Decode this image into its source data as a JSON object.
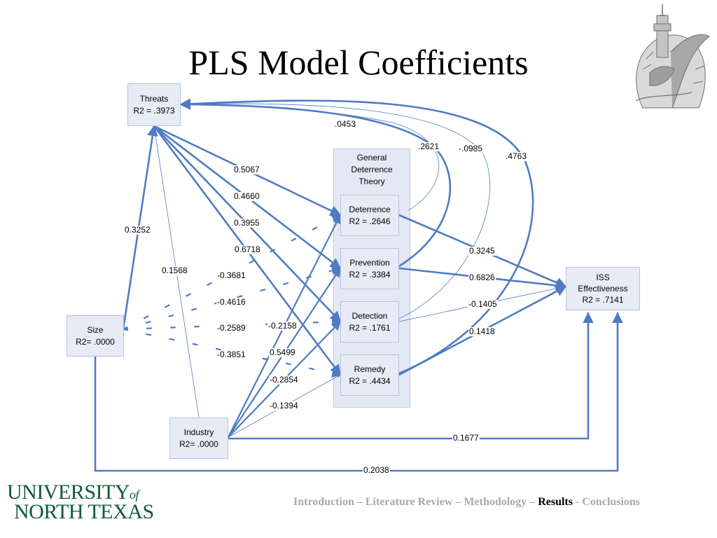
{
  "title": "PLS Model Coefficients",
  "colors": {
    "line": "#4f7bc3",
    "node_fill": "#e6ebf5",
    "logo_green": "#0f5a36",
    "nav_gray": "#a9a9a9"
  },
  "nodes": {
    "threats": {
      "name": "Threats",
      "r2": "R2 = .3973"
    },
    "size": {
      "name": "Size",
      "r2": "R2= .0000"
    },
    "industry": {
      "name": "Industry",
      "r2": "R2= .0000"
    },
    "gdt_group": {
      "line1": "General",
      "line2": "Deterrence",
      "line3": "Theory"
    },
    "deterrence": {
      "name": "Deterrence",
      "r2": "R2 = .2646"
    },
    "prevention": {
      "name": "Prevention",
      "r2": "R2 = .3384"
    },
    "detection": {
      "name": "Detection",
      "r2": "R2 = .1761"
    },
    "remedy": {
      "name": "Remedy",
      "r2": "R2 = .4434"
    },
    "iss": {
      "line1": "ISS",
      "line2": "Effectiveness",
      "r2": "R2 = .7141"
    }
  },
  "coefficients": {
    "threats_deterrence": "0.5067",
    "threats_prevention": "0.4660",
    "threats_detection": "0.3955",
    "threats_remedy": "0.6718",
    "size_threats": "0.3252",
    "industry_threats": "0.1568",
    "size_deterrence": "-0.3681",
    "size_prevention": "-0.4616",
    "size_detection": "-0.2589",
    "size_remedy": "-0.3851",
    "industry_deterrence": "-0.2158",
    "industry_prevention": "0.5499",
    "industry_detection": "-0.2854",
    "industry_remedy": "-0.1394",
    "deterrence_iss": "0.3245",
    "prevention_iss": "0.6826",
    "detection_iss": "-0.1405",
    "remedy_iss": "0.1418",
    "industry_iss": "0.1677",
    "size_iss": "0.2038",
    "deterrence_threats": ".0453",
    "prevention_threats": ".2621",
    "detection_threats": "-.0985",
    "remedy_threats": ".4763"
  },
  "logo": {
    "line1_a": "UNIVERSITY",
    "line1_of": "of",
    "line2": "NORTH TEXAS",
    "seal_icon": "university-seal-tower-eagle"
  },
  "footer_nav": {
    "introduction": "Introduction",
    "literature_review": "Literature Review",
    "methodology": "Methodology",
    "results": "Results",
    "conclusions": "Conclusions",
    "sep_dash": " – ",
    "sep_hyphen": " - "
  }
}
